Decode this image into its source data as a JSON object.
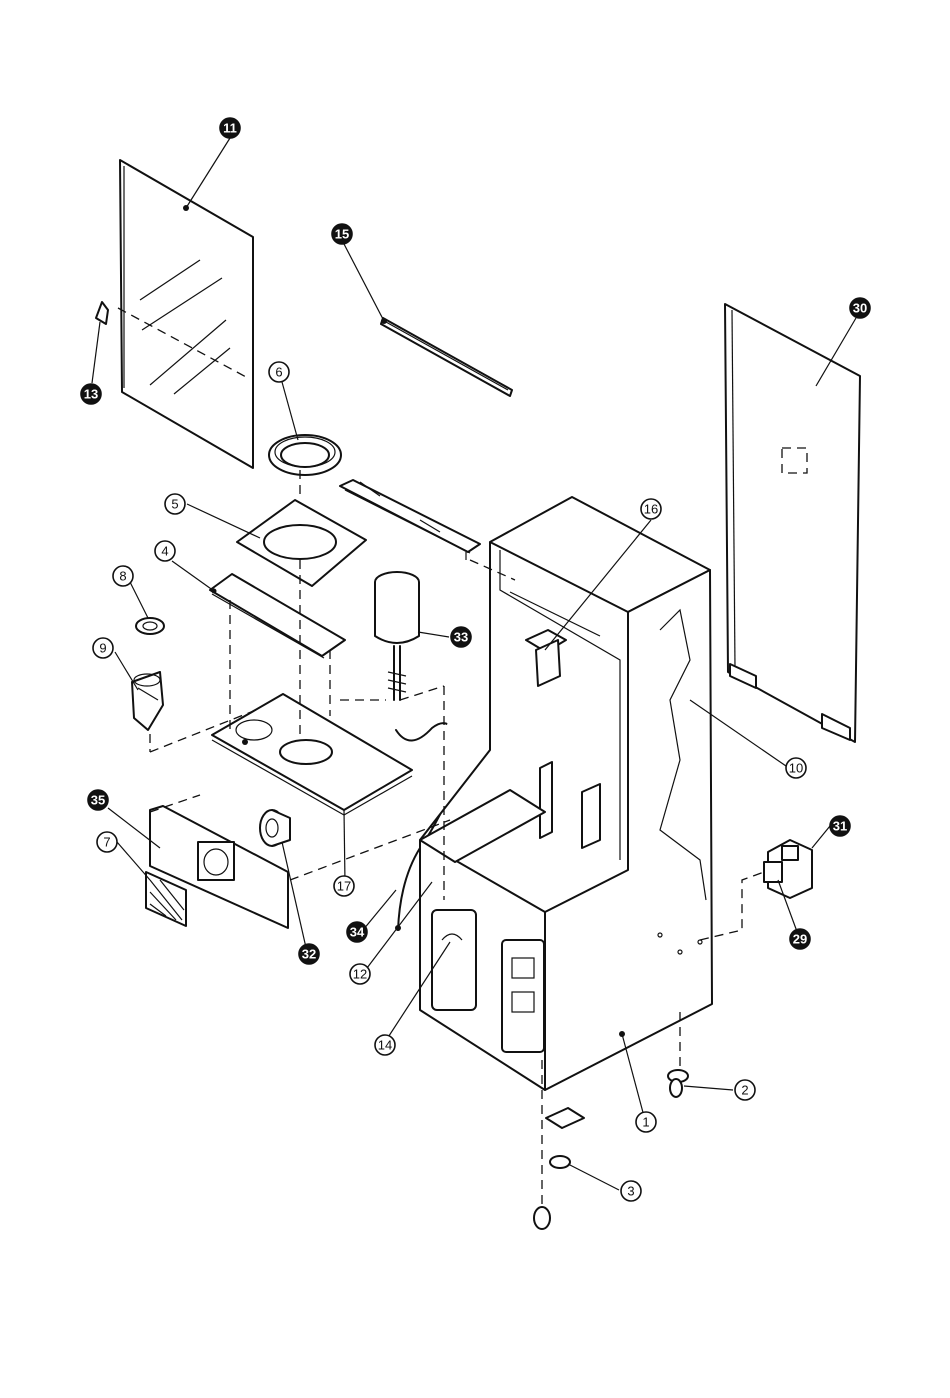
{
  "callouts": [
    {
      "id": "c11",
      "label": "11",
      "style": "solid"
    },
    {
      "id": "c15",
      "label": "15",
      "style": "solid"
    },
    {
      "id": "c30",
      "label": "30",
      "style": "solid"
    },
    {
      "id": "c13",
      "label": "13",
      "style": "solid"
    },
    {
      "id": "c6",
      "label": "6",
      "style": "outline"
    },
    {
      "id": "c16",
      "label": "16",
      "style": "outline"
    },
    {
      "id": "c5",
      "label": "5",
      "style": "outline"
    },
    {
      "id": "c4",
      "label": "4",
      "style": "outline"
    },
    {
      "id": "c8",
      "label": "8",
      "style": "outline"
    },
    {
      "id": "c33",
      "label": "33",
      "style": "solid"
    },
    {
      "id": "c9",
      "label": "9",
      "style": "outline"
    },
    {
      "id": "c10",
      "label": "10",
      "style": "outline"
    },
    {
      "id": "c35",
      "label": "35",
      "style": "solid"
    },
    {
      "id": "c31",
      "label": "31",
      "style": "solid"
    },
    {
      "id": "c7",
      "label": "7",
      "style": "outline"
    },
    {
      "id": "c17",
      "label": "17",
      "style": "outline"
    },
    {
      "id": "c34",
      "label": "34",
      "style": "solid"
    },
    {
      "id": "c29",
      "label": "29",
      "style": "solid"
    },
    {
      "id": "c32",
      "label": "32",
      "style": "solid"
    },
    {
      "id": "c12",
      "label": "12",
      "style": "outline"
    },
    {
      "id": "c14",
      "label": "14",
      "style": "outline"
    },
    {
      "id": "c2",
      "label": "2",
      "style": "outline"
    },
    {
      "id": "c1",
      "label": "1",
      "style": "outline"
    },
    {
      "id": "c3",
      "label": "3",
      "style": "outline"
    }
  ]
}
